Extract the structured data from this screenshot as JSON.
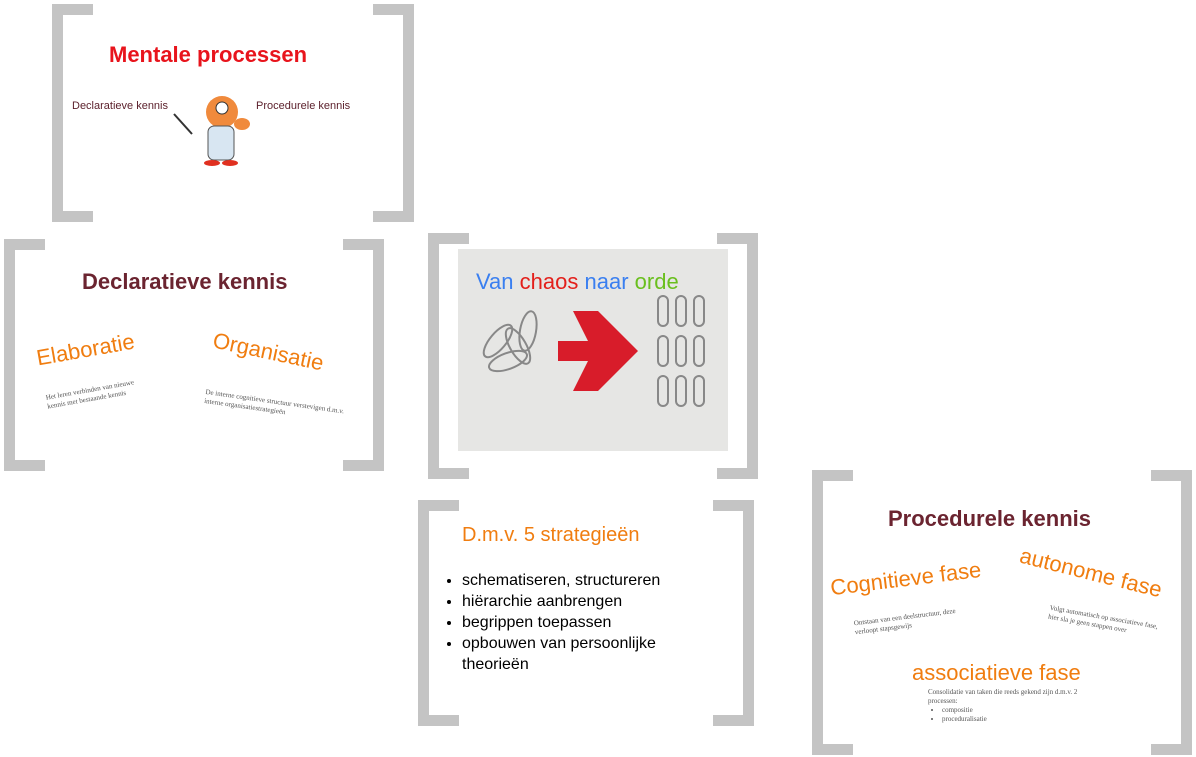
{
  "slide1": {
    "title": "Mentale processen",
    "left": "Declaratieve kennis",
    "right": "Procedurele kennis"
  },
  "slide2": {
    "title": "Declaratieve kennis",
    "elaboratie": "Elaboratie",
    "elaboratie_text": "Het leren verbinden van nieuwe kennis met bestaande kennis",
    "organisatie": "Organisatie",
    "organisatie_text": "De interne cognitieve structuur verstevigen d.m.v. interne organisatiestrategieën"
  },
  "slide3": {
    "w1": "Van",
    "w2": "chaos",
    "w3": "naar",
    "w4": "orde",
    "colors": [
      "#3a7ff0",
      "#e3201b",
      "#3a7ff0",
      "#6abf1e"
    ]
  },
  "slide4": {
    "title": "D.m.v. 5 strategieën",
    "items": [
      "schematiseren, structureren",
      "hiërarchie aanbrengen",
      "begrippen toepassen",
      "opbouwen van persoonlijke theorieën"
    ]
  },
  "slide5": {
    "title": "Procedurele kennis",
    "cog": "Cognitieve fase",
    "cog_text": "Ontstaan van een deelstructuur, deze verloopt stapsgewijs",
    "auto": "autonome fase",
    "auto_text": "Volgt automatisch op associatieve fase, hier sla je geen stappen over",
    "assoc": "associatieve fase",
    "assoc_text": "Consolidatie van taken die reeds gekend zijn d.m.v. 2 processen:",
    "assoc_items": [
      "compositie",
      "proceduralisatie"
    ]
  }
}
